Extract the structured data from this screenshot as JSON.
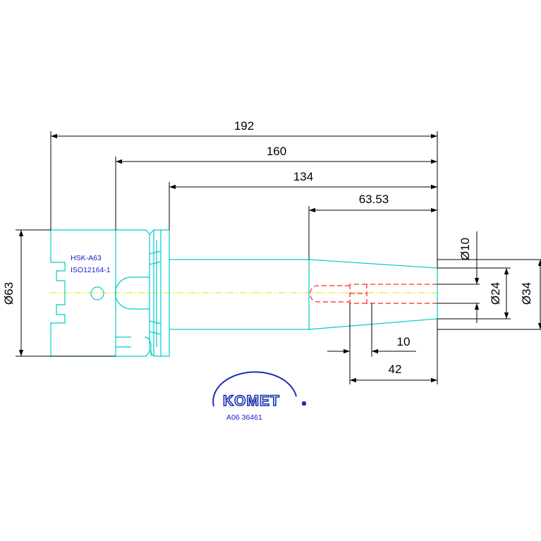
{
  "dimensions": {
    "overall_length": "192",
    "length_160": "160",
    "length_134": "134",
    "length_63_53": "63.53",
    "dia_63": "Ø63",
    "dia_10": "Ø10",
    "dia_24": "Ø24",
    "dia_34": "Ø34",
    "depth_10": "10",
    "depth_42": "42"
  },
  "labels": {
    "interface": "HSK-A63",
    "standard": "ISO12164-1"
  },
  "logo": {
    "brand": "KOMET",
    "part_number": "A06 36461"
  },
  "colors": {
    "outline": "#00cccc",
    "dimension": "#000000",
    "centerline": "#e6e600",
    "hidden_bore": "#ff2222",
    "brand_blue": "#1a2fb0"
  }
}
